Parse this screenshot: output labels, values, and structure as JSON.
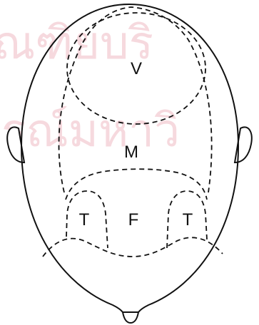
{
  "watermark": {
    "line1": "ัณฑิยบริ",
    "line2": "รณ์มหาวิ"
  },
  "zones": {
    "vertex": "V",
    "mid": "M",
    "frontal": "F",
    "temporal_left": "T",
    "temporal_right": "T"
  }
}
